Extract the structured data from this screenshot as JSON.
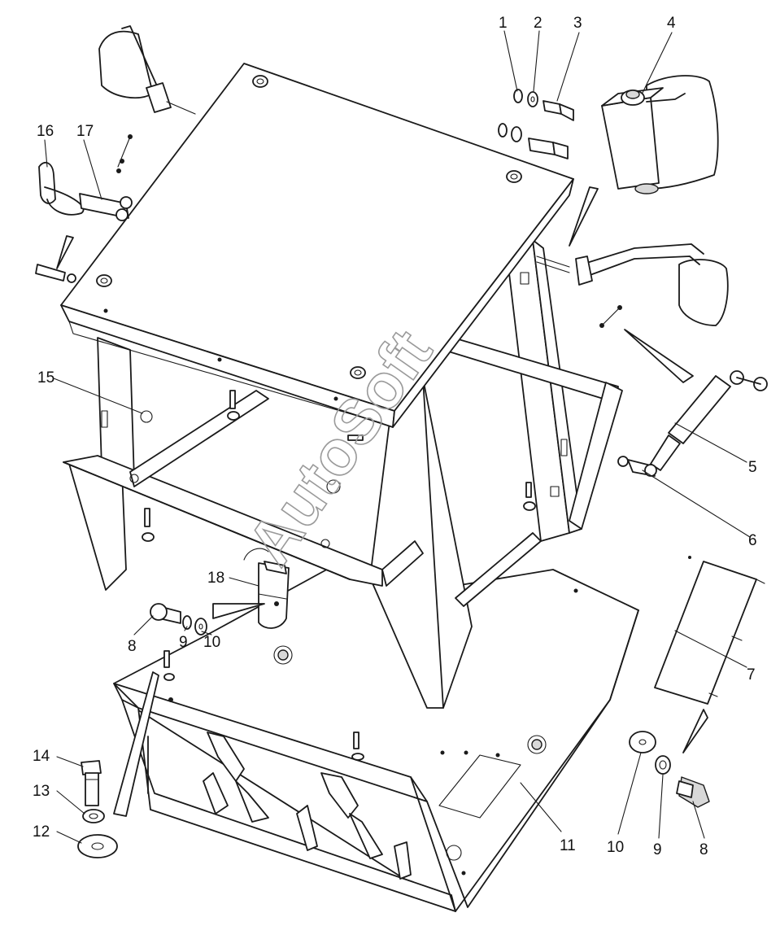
{
  "diagram": {
    "watermark": "AutoSoft",
    "callouts": [
      {
        "id": "c1",
        "label": "1"
      },
      {
        "id": "c2",
        "label": "2"
      },
      {
        "id": "c3",
        "label": "3"
      },
      {
        "id": "c4",
        "label": "4"
      },
      {
        "id": "c5",
        "label": "5"
      },
      {
        "id": "c6",
        "label": "6"
      },
      {
        "id": "c7",
        "label": "7"
      },
      {
        "id": "c8a",
        "label": "8"
      },
      {
        "id": "c8b",
        "label": "8"
      },
      {
        "id": "c9a",
        "label": "9"
      },
      {
        "id": "c9b",
        "label": "9"
      },
      {
        "id": "c10a",
        "label": "10"
      },
      {
        "id": "c10b",
        "label": "10"
      },
      {
        "id": "c11",
        "label": "11"
      },
      {
        "id": "c12",
        "label": "12"
      },
      {
        "id": "c13",
        "label": "13"
      },
      {
        "id": "c14",
        "label": "14"
      },
      {
        "id": "c15",
        "label": "15"
      },
      {
        "id": "c16",
        "label": "16"
      },
      {
        "id": "c17",
        "label": "17"
      },
      {
        "id": "c18",
        "label": "18"
      }
    ]
  }
}
